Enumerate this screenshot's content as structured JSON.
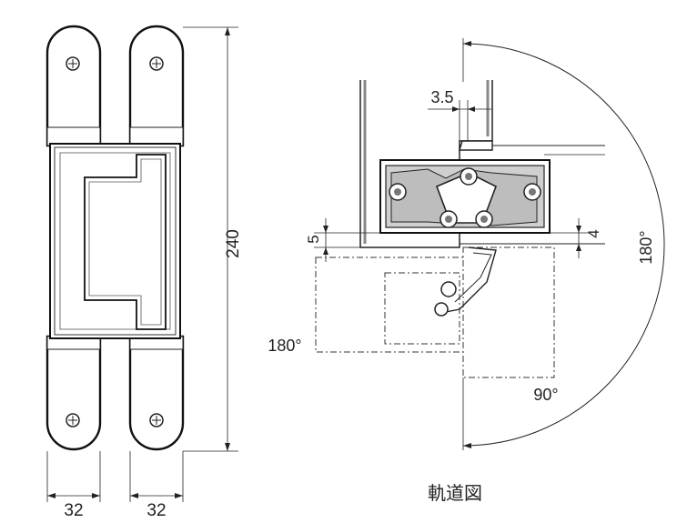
{
  "dimensions": {
    "width_left": "32",
    "width_right": "32",
    "height": "240",
    "gap": "3.5",
    "offset_left": "5",
    "offset_right": "4",
    "angle_left": "180°",
    "angle_bottom": "90°",
    "angle_right": "180°"
  },
  "caption": "軌道図"
}
